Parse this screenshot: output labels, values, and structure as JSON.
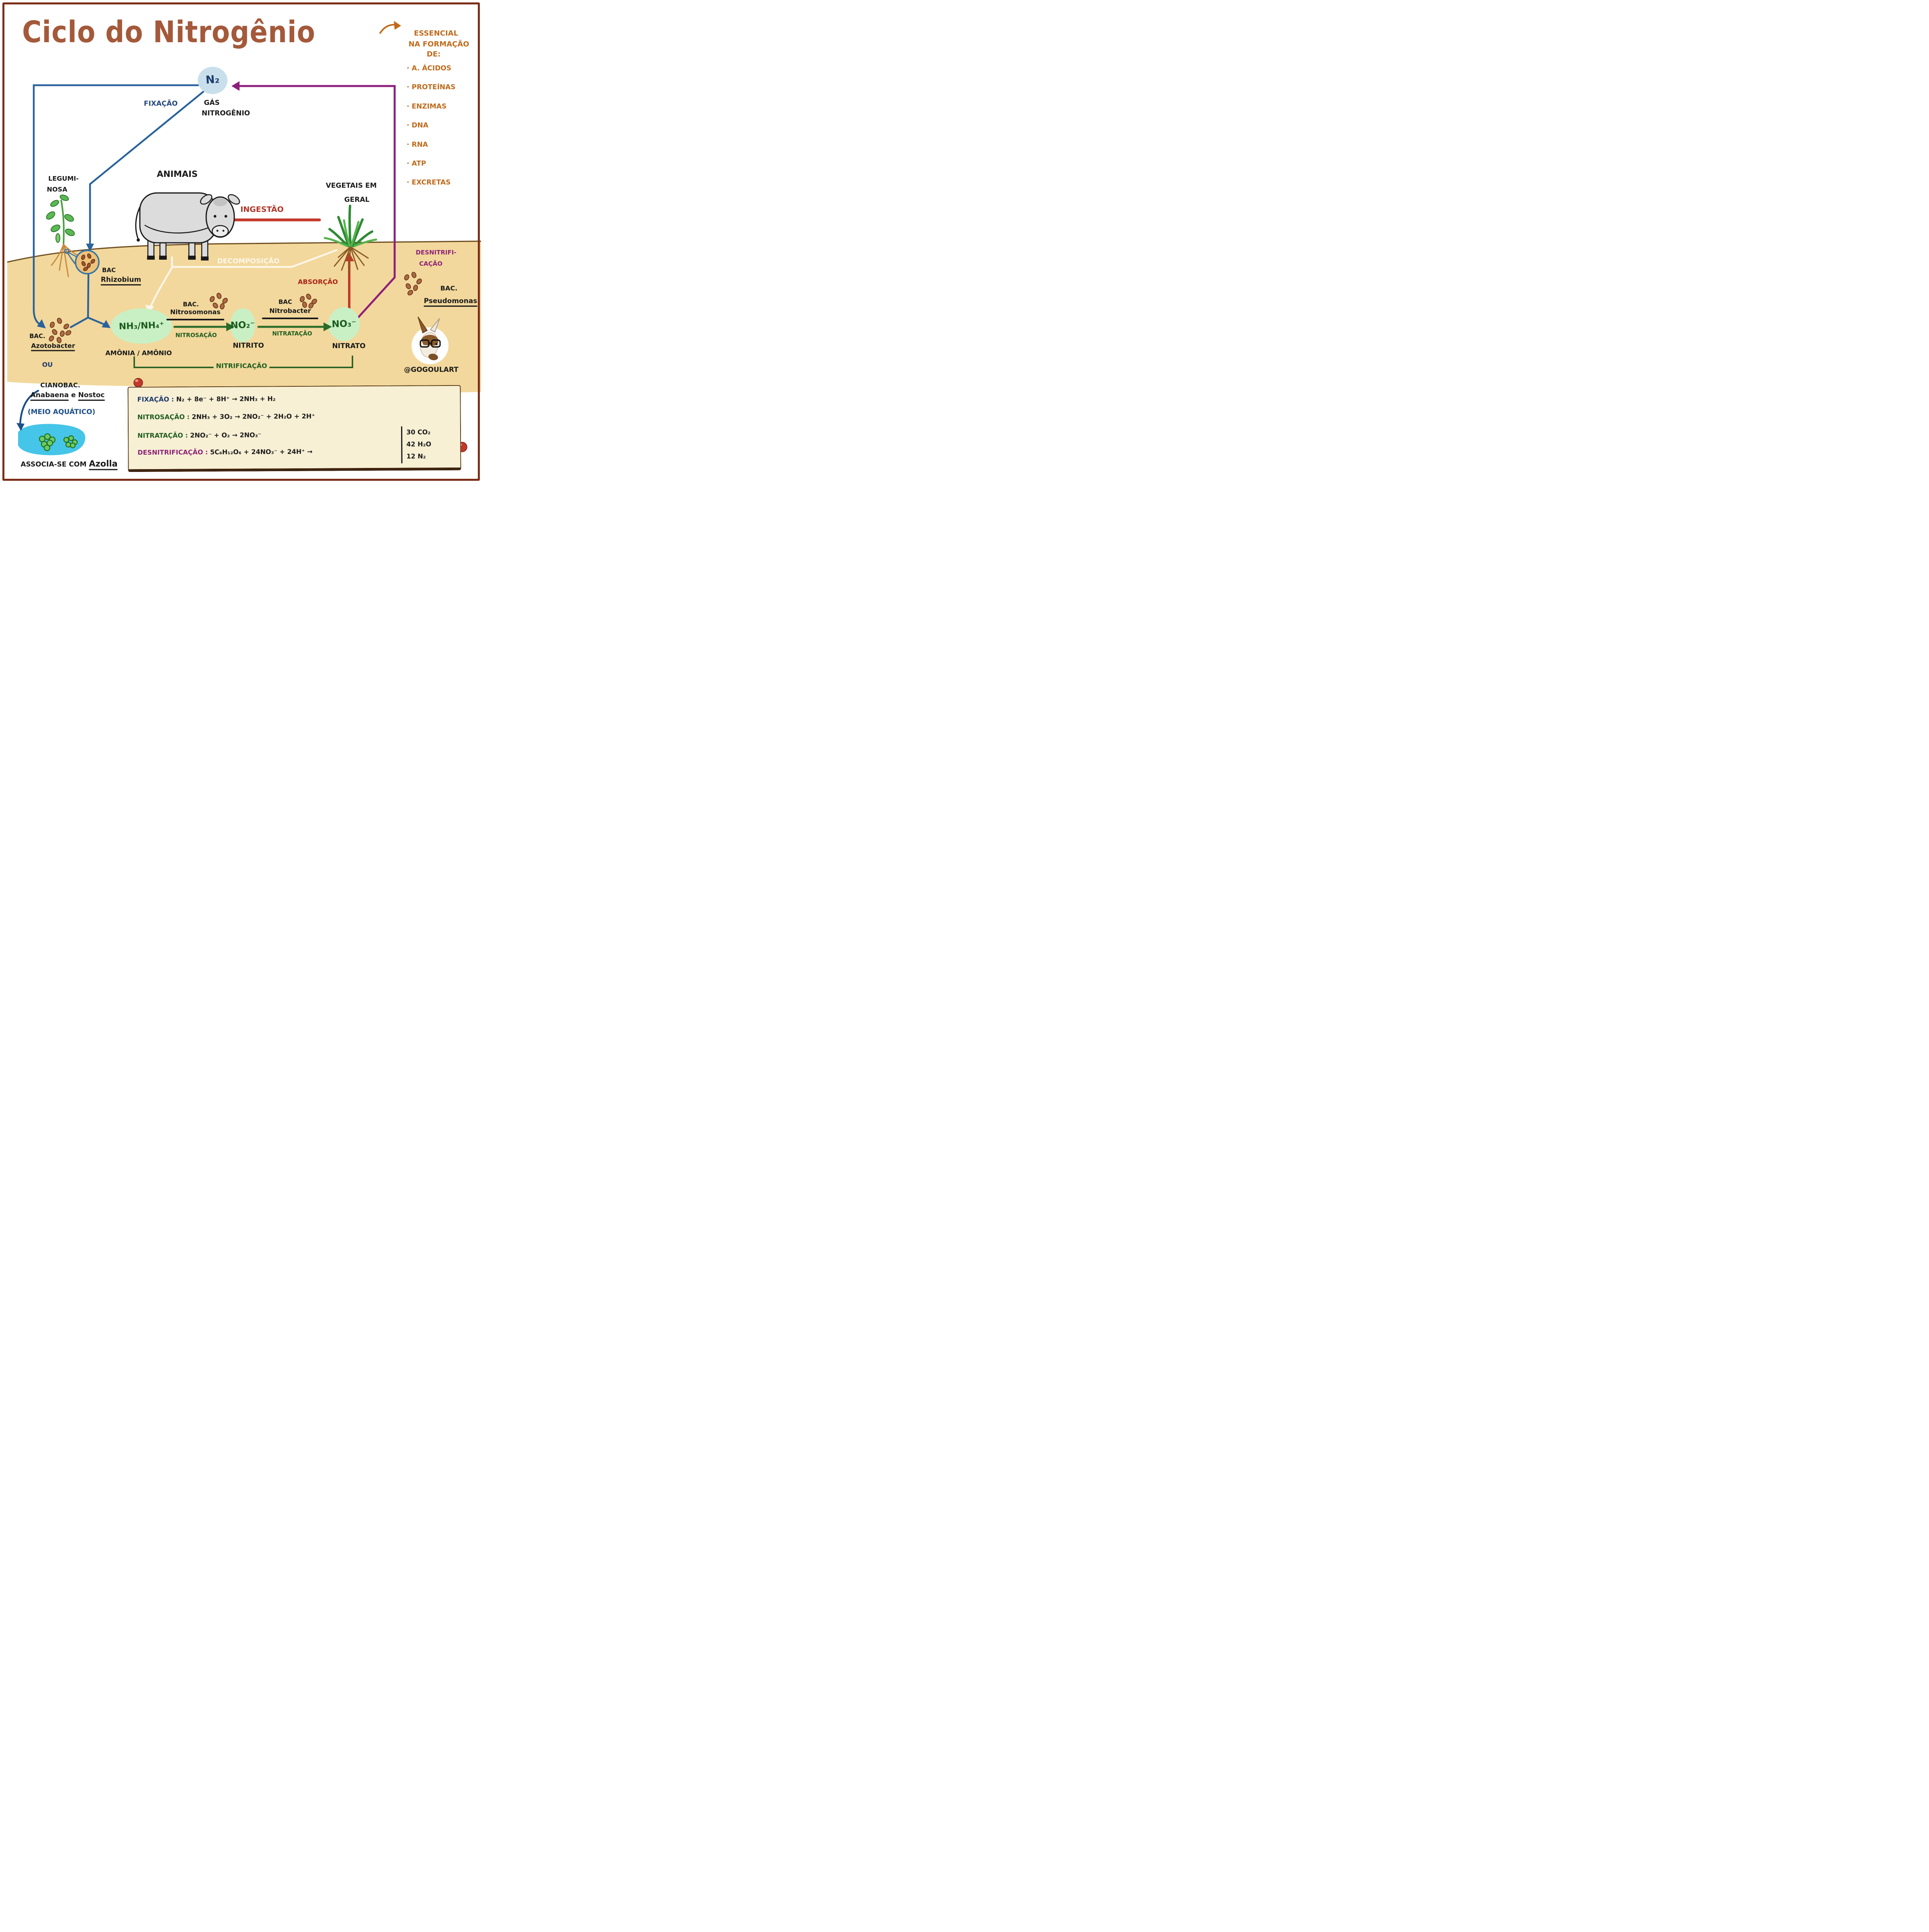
{
  "title": "Ciclo do Nitrogênio",
  "credit": "@GOGOULART",
  "essential": {
    "lines": [
      "ESSENCIAL",
      "NA FORMAÇÃO",
      "DE:"
    ],
    "items": [
      "A. ÁCIDOS",
      "PROTEÍNAS",
      "ENZIMAS",
      "DNA",
      "RNA",
      "ATP",
      "EXCRETAS"
    ]
  },
  "cycle": {
    "n2": {
      "formula": "N₂",
      "label1": "GÁS",
      "label2": "NITROGÊNIO"
    },
    "fixation": "FIXAÇÃO",
    "leguminosa1": "LEGUMI-",
    "leguminosa2": "NOSA",
    "animals": "ANIMAIS",
    "vegetables1": "VEGETAIS EM",
    "vegetables2": "GERAL",
    "ingestion": "INGESTÃO",
    "decomposition": "DECOMPOSIÇÃO",
    "absorption": "ABSORÇÃO",
    "denitrification1": "DESNITRIFI-",
    "denitrification2": "CAÇÃO",
    "ammonia": {
      "formula": "NH₃/NH₄⁺",
      "label": "AMÔNIA / AMÔNIO"
    },
    "nitrite": {
      "formula": "NO₂⁻",
      "label": "NITRITO"
    },
    "nitrate": {
      "formula": "NO₃⁻",
      "label": "NITRATO"
    },
    "nitrosation": "NITROSAÇÃO",
    "nitratation": "NITRATAÇÃO",
    "nitrification": "NITRIFICAÇÃO"
  },
  "bacteria": {
    "rhizobium": {
      "prefix": "BAC",
      "name": "Rhizobium"
    },
    "azotobacter": {
      "prefix": "BAC.",
      "name": "Azotobacter"
    },
    "or": "OU",
    "cyano": {
      "prefix": "CIANOBAC.",
      "name1": "Anabaena",
      "conj": "e",
      "name2": "Nostoc",
      "habitat": "(MEIO AQUÁTICO)",
      "assoc_prefix": "ASSOCIA-SE COM",
      "assoc_name": "Azolla"
    },
    "nitrosomonas": {
      "prefix": "BAC.",
      "name": "Nitrosomonas"
    },
    "nitrobacter": {
      "prefix": "BAC",
      "name": "Nitrobacter"
    },
    "pseudomonas": {
      "prefix": "BAC.",
      "name": "Pseudomonas"
    }
  },
  "equations": [
    {
      "label": "FIXAÇÃO :",
      "formula": "N₂ + 8e⁻ + 8H⁺ → 2NH₃ + H₂"
    },
    {
      "label": "NITROSAÇÃO :",
      "formula": "2NH₃ + 3O₂ → 2NO₂⁻ + 2H₂O + 2H⁺"
    },
    {
      "label": "NITRATAÇÃO :",
      "formula": "2NO₂⁻ + O₂ → 2NO₃⁻"
    },
    {
      "label": "DESNITRIFICAÇÃO :",
      "formula": "5C₆H₁₂O₆ + 24NO₃⁻ + 24H⁺ →",
      "products": [
        "30 CO₂",
        "42 H₂O",
        "12 N₂"
      ]
    }
  ],
  "colors": {
    "title": "#a4593a",
    "frame": "#7c2d18",
    "orange": "#bf6a1c",
    "blue_line": "#2a639c",
    "dark_blue": "#1d3a6e",
    "purple": "#8e1f7c",
    "red": "#c2392a",
    "soil": "#f2d89c",
    "node_green": "#c9f0c5",
    "dark_green": "#1e5c20",
    "white_line": "#fdf6ea",
    "water": "#45c5e8"
  }
}
